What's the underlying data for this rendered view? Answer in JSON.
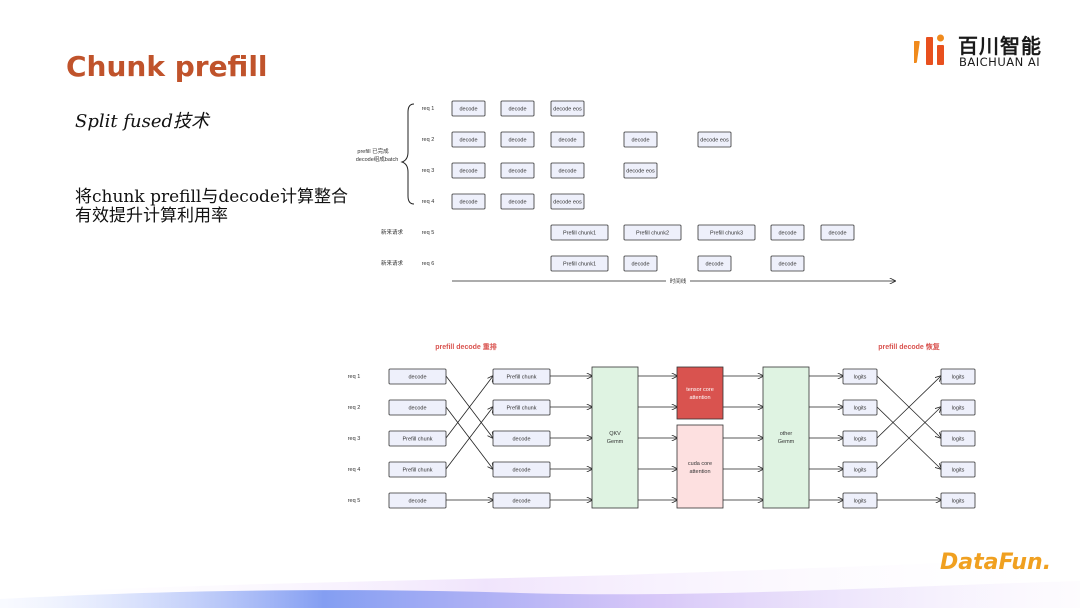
{
  "slide": {
    "title": "Chunk prefill",
    "point1": "Split fused技术",
    "point2_line1": "将chunk prefill与decode计算整合",
    "point2_line2": "有效提升计算利用率"
  },
  "logo": {
    "cn": "百川智能",
    "en": "BAICHUAN AI"
  },
  "footer": {
    "brand": "DataFun."
  },
  "colors": {
    "title": "#c0532b",
    "box_fill": "#eef0fb",
    "box_stroke": "#333333",
    "gemm_fill": "#dff3e2",
    "tensor_fill": "#d9534f",
    "cuda_fill": "#fde0e0",
    "section_label": "#d9534f"
  },
  "diagram1": {
    "brace_label_line1": "prefill 已完成",
    "brace_label_line2": "decode组成batch",
    "rows": [
      {
        "req": "req 1",
        "side": "",
        "cells": [
          [
            "decode",
            0
          ],
          [
            "decode",
            1
          ],
          [
            "decode eos",
            2
          ]
        ]
      },
      {
        "req": "req 2",
        "side": "",
        "cells": [
          [
            "decode",
            0
          ],
          [
            "decode",
            1
          ],
          [
            "decode",
            2
          ],
          [
            "decode",
            3
          ],
          [
            "decode eos",
            4
          ]
        ]
      },
      {
        "req": "req 3",
        "side": "",
        "cells": [
          [
            "decode",
            0
          ],
          [
            "decode",
            1
          ],
          [
            "decode",
            2
          ],
          [
            "decode eos",
            3
          ]
        ]
      },
      {
        "req": "req 4",
        "side": "",
        "cells": [
          [
            "decode",
            0
          ],
          [
            "decode",
            1
          ],
          [
            "decode eos",
            2
          ]
        ]
      },
      {
        "req": "req 5",
        "side": "新来请求",
        "cells": [
          [
            "Prefill chunk1",
            2
          ],
          [
            "Prefill chunk2",
            3
          ],
          [
            "Prefill chunk3",
            4
          ],
          [
            "decode",
            5
          ],
          [
            "decode",
            6
          ]
        ]
      },
      {
        "req": "req 6",
        "side": "新来请求",
        "cells": [
          [
            "Prefill chunk1",
            2
          ],
          [
            "decode",
            3
          ],
          [
            "decode",
            4
          ],
          [
            "decode",
            5
          ]
        ]
      }
    ],
    "axis_label": "时间线"
  },
  "diagram2": {
    "left_header": "prefill decode 重排",
    "right_header": "prefill decode 恢复",
    "reqs": [
      "req 1",
      "req 2",
      "req 3",
      "req 4",
      "req 5"
    ],
    "col1": [
      "decode",
      "decode",
      "Prefill chunk",
      "Prefill chunk",
      "decode"
    ],
    "col2": [
      "Prefill chunk",
      "Prefill chunk",
      "decode",
      "decode",
      "decode"
    ],
    "qkv_line1": "QKV",
    "qkv_line2": "Gemm",
    "tensor_line1": "tensor core",
    "tensor_line2": "attention",
    "cuda_line1": "cuda core",
    "cuda_line2": "attention",
    "other_line1": "other",
    "other_line2": "Gemm",
    "col3": [
      "logits",
      "logits",
      "logits",
      "logits",
      "logits"
    ],
    "col4": [
      "logits",
      "logits",
      "logits",
      "logits",
      "logits"
    ]
  }
}
